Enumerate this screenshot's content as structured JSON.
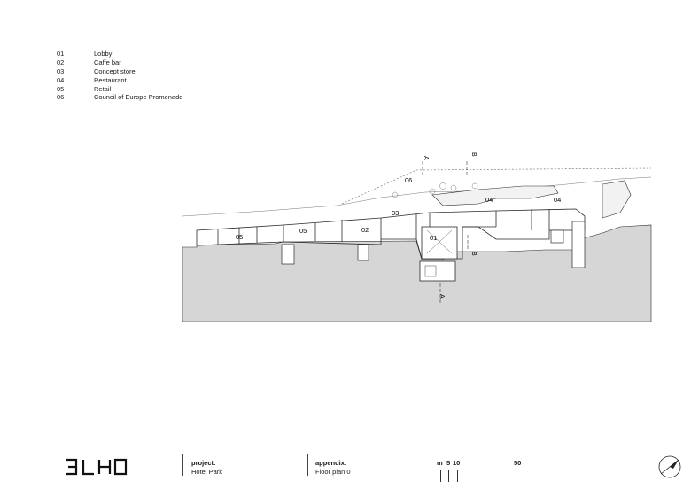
{
  "legend": [
    {
      "num": "01",
      "label": "Lobby"
    },
    {
      "num": "02",
      "label": "Caffe bar"
    },
    {
      "num": "03",
      "label": "Concept store"
    },
    {
      "num": "04",
      "label": "Restaurant"
    },
    {
      "num": "05",
      "label": "Retail"
    },
    {
      "num": "06",
      "label": "Council of Europe Promenade"
    }
  ],
  "plan_labels": {
    "lobby": "01",
    "caffe": "02",
    "concept": "03",
    "rest_a": "04",
    "rest_b": "04",
    "retail_a": "05",
    "retail_b": "05",
    "promenade": "06",
    "section_a_top": "A",
    "section_a_bottom": "A",
    "section_b_top": "B",
    "section_b_bottom": "B"
  },
  "footer": {
    "logo": "3LHD",
    "project_label": "project:",
    "project_value": "Hotel Park",
    "appendix_label": "appendix:",
    "appendix_value": "Floor plan 0",
    "scale_unit": "m",
    "scale_5": "5",
    "scale_10": "10",
    "scale_50": "50"
  },
  "colors": {
    "ground": "#d6d6d6",
    "line": "#2a2a2a"
  }
}
